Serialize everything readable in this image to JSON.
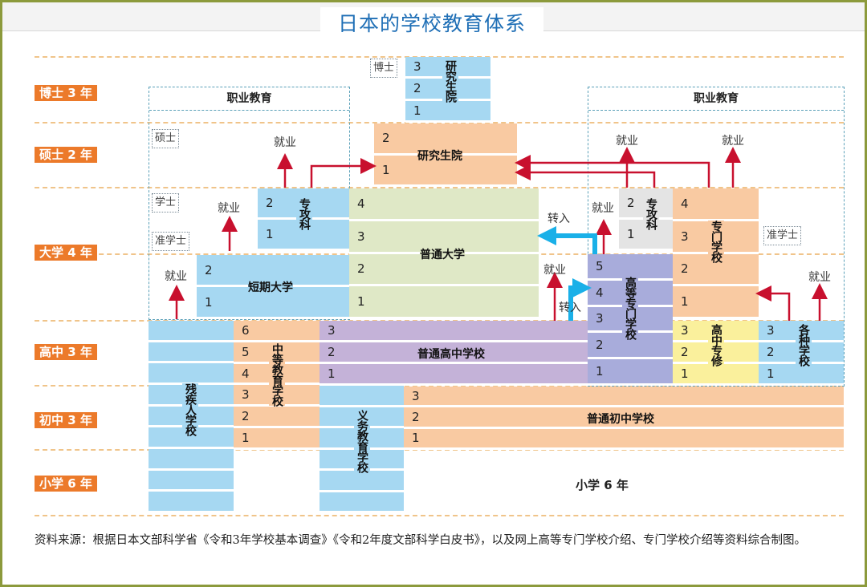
{
  "title": "日本的学校教育体系",
  "row_labels": [
    "博士 3 年",
    "硕士 2 年",
    "大学 4 年",
    "高中 3 年",
    "初中 3 年",
    "小学 6 年"
  ],
  "vocational_label": "职业教育",
  "degrees": {
    "doctor": "博士",
    "master": "硕士",
    "bachelor": "学士",
    "associate": "准学士"
  },
  "blocks": {
    "phd": {
      "label": "研究生院",
      "years": [
        3,
        2,
        1
      ]
    },
    "master": {
      "label": "研究生院",
      "years": [
        2,
        1
      ]
    },
    "senkoka_left": {
      "label": "专攻科",
      "years": [
        2,
        1
      ]
    },
    "junior_college": {
      "label": "短期大学",
      "years": [
        2,
        1
      ]
    },
    "university": {
      "label": "普通大学",
      "years": [
        4,
        3,
        2,
        1
      ]
    },
    "senkoka_right": {
      "label": "专攻科",
      "years": [
        2,
        1
      ]
    },
    "senmon": {
      "label": "专门学校",
      "years": [
        4,
        3,
        2,
        1
      ]
    },
    "kosen": {
      "label": "高等专门学校",
      "years": [
        5,
        4,
        3,
        2,
        1
      ]
    },
    "hs_special": {
      "label": "高中专修",
      "years": [
        3,
        2,
        1
      ]
    },
    "misc": {
      "label": "各种学校",
      "years": [
        3,
        2,
        1
      ]
    },
    "high_school": {
      "label": "普通高中学校",
      "years": [
        3,
        2,
        1
      ]
    },
    "secondary": {
      "label": "中等教育学校",
      "years": [
        6,
        5,
        4,
        3,
        2,
        1
      ]
    },
    "special_needs": {
      "label": "残疾人学校",
      "years": [
        "",
        "",
        "",
        "",
        "",
        "",
        "",
        "",
        ""
      ]
    },
    "compulsory": {
      "label": "义务教育学校",
      "years": [
        "",
        "",
        "",
        "",
        "",
        ""
      ]
    },
    "middle_school": {
      "label": "普通初中学校",
      "years": [
        3,
        2,
        1
      ]
    }
  },
  "primary_label": "小学 6 年",
  "employment": "就业",
  "transfer": "转入",
  "colors": {
    "arrow_red": "#c8102e",
    "arrow_blue": "#1ab0e8",
    "label_orange": "#ec7a2a"
  },
  "footer": "资料来源：根据日本文部科学省《令和3年学校基本调查》《令和2年度文部科学白皮书》，以及网上高等专门学校介绍、专门学校介绍等资料综合制图。"
}
